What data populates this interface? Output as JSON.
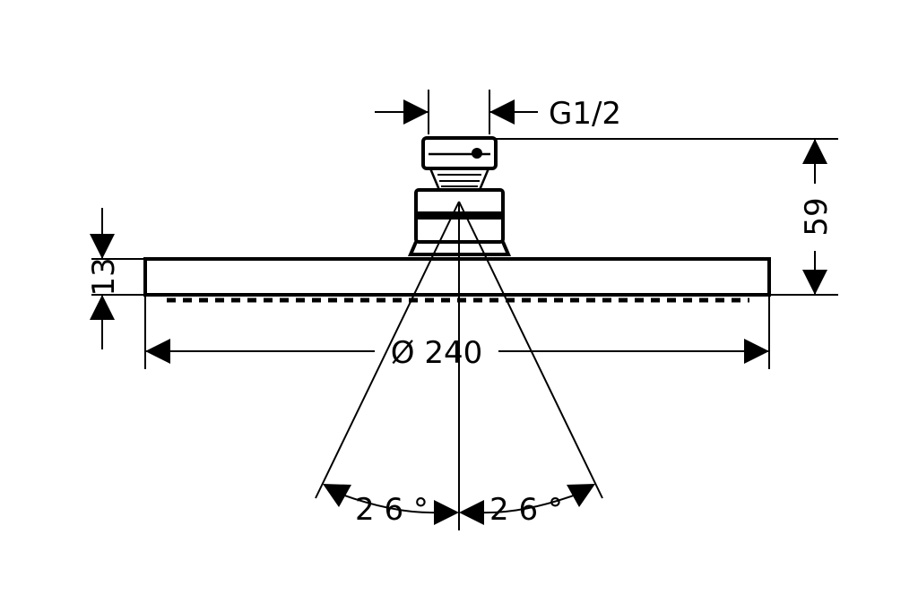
{
  "dimensions": {
    "thread": "G1/2",
    "height": "59",
    "thickness": "13",
    "diameter": "Ø 240",
    "angle_left": "2 6 °",
    "angle_right": "2 6 °"
  },
  "colors": {
    "line": "#000000",
    "background": "#ffffff"
  }
}
